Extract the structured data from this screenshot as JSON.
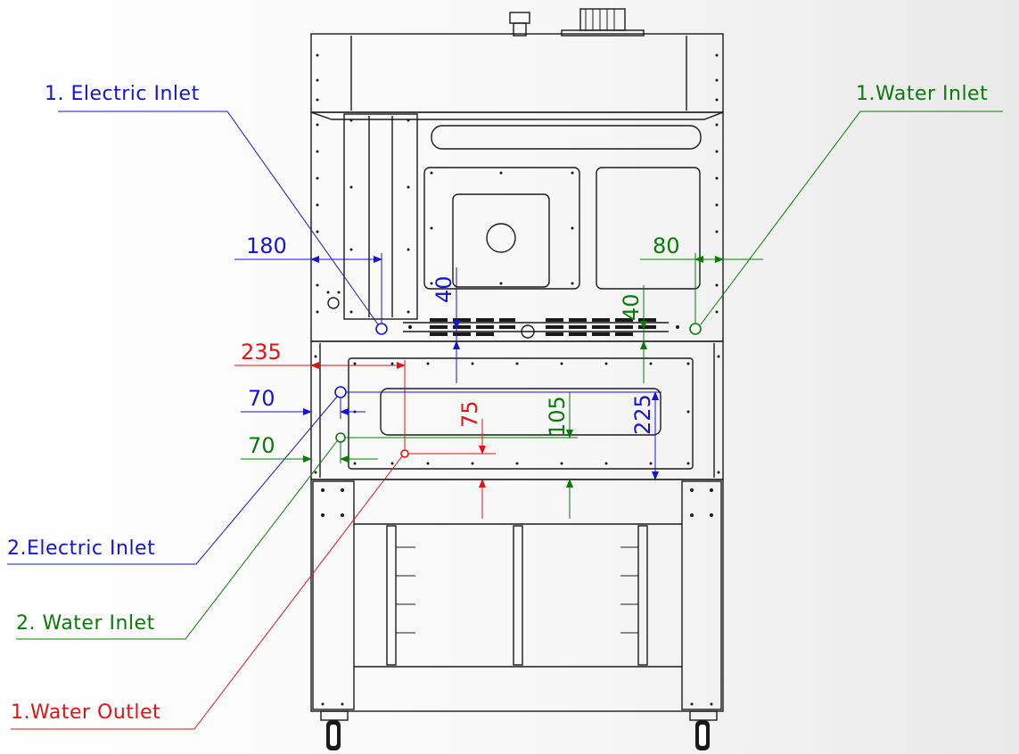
{
  "colors": {
    "blue": "#1414d2",
    "green": "#0a7a0a",
    "red": "#e01414",
    "line": "#1a1a1a"
  },
  "callouts": {
    "electric_inlet_1": "1. Electric Inlet",
    "water_inlet_1": "1.Water Inlet",
    "electric_inlet_2": "2.Electric Inlet",
    "water_inlet_2": "2. Water Inlet",
    "water_outlet_1": "1.Water Outlet"
  },
  "dimensions": {
    "d180": "180",
    "d80": "80",
    "d40_blue": "40",
    "d40_green": "40",
    "d235": "235",
    "d70_blue": "70",
    "d70_green": "70",
    "d75": "75",
    "d105": "105",
    "d225": "225"
  }
}
